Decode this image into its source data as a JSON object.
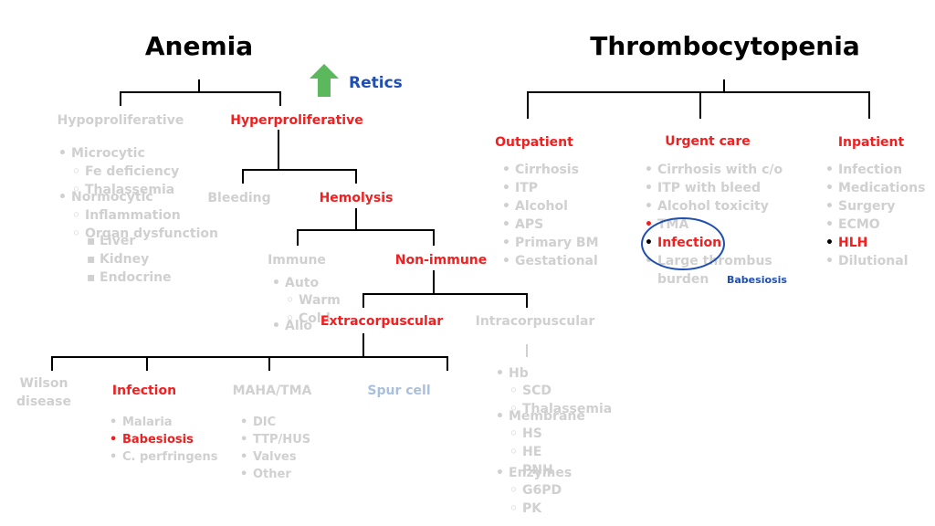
{
  "anemia": {
    "title": "Anemia",
    "retics": "Retics",
    "hypoproliferative": "Hypoproliferative",
    "hyperproliferative": "Hyperproliferative",
    "hypo_list": {
      "microcytic": "Microcytic",
      "fe_deficiency": "Fe deficiency",
      "thalassemia": "Thalassemia",
      "normocytic": "Normocytic",
      "inflammation": "Inflammation",
      "organ_dysfunction": "Organ dysfunction",
      "liver": "Liver",
      "kidney": "Kidney",
      "endocrine": "Endocrine"
    },
    "bleeding": "Bleeding",
    "hemolysis": "Hemolysis",
    "immune": "Immune",
    "non_immune": "Non-immune",
    "immune_list": {
      "auto": "Auto",
      "warm": "Warm",
      "cold": "Cold",
      "allo": "Allo"
    },
    "extracorpuscular": "Extracorpuscular",
    "intracorpuscular": "Intracorpuscular",
    "intra_list": {
      "hb": "Hb",
      "scd": "SCD",
      "thalassemia": "Thalassemia",
      "membrane": "Membrane",
      "hs": "HS",
      "he": "HE",
      "pnh": "PNH",
      "enzymes": "Enzymes",
      "g6pd": "G6PD",
      "pk": "PK"
    },
    "wilson_1": "Wilson",
    "wilson_2": "disease",
    "infection": "Infection",
    "infection_list": [
      "Malaria",
      "Babesiosis",
      "C. perfringens"
    ],
    "maha": "MAHA/TMA",
    "maha_list": [
      "DIC",
      "TTP/HUS",
      "Valves",
      "Other"
    ],
    "spur_cell": "Spur cell"
  },
  "thrombocytopenia": {
    "title": "Thrombocytopenia",
    "outpatient": "Outpatient",
    "urgent_care": "Urgent care",
    "inpatient": "Inpatient",
    "outpatient_list": [
      "Cirrhosis",
      "ITP",
      "Alcohol",
      "APS",
      "Primary BM",
      "Gestational"
    ],
    "urgent_list": [
      "Cirrhosis with c/o",
      "ITP with bleed",
      "Alcohol toxicity",
      "TMA",
      "Infection",
      "Large thrombus",
      "burden"
    ],
    "inpatient_list": [
      "Infection",
      "Medications",
      "Surgery",
      "ECMO",
      "HLH",
      "Dilutional"
    ],
    "babesiosis_note": "Babesiosis"
  },
  "colors": {
    "highlight": "#f02020",
    "muted": "#d0d0d0",
    "annotation": "#1f4fb0",
    "arrow": "#5cb85c",
    "spur_cell": "#a8c0dc"
  }
}
